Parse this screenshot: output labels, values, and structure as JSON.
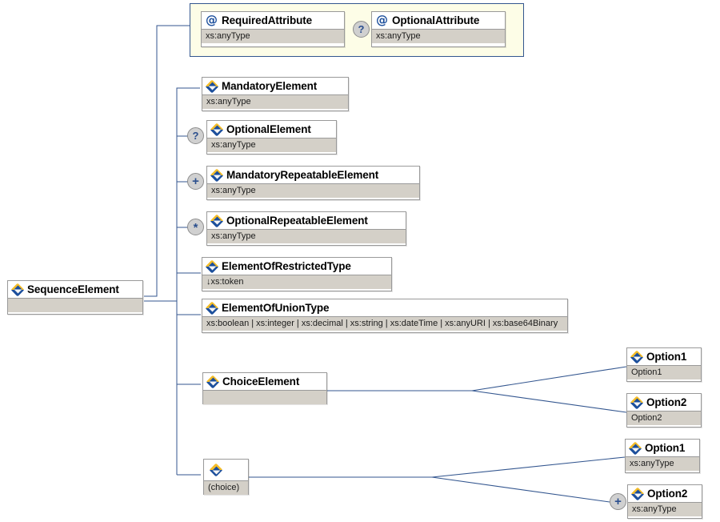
{
  "diagram": {
    "title": "XML Schema element structure diagram",
    "root": {
      "name": "SequenceElement",
      "type": "",
      "icon": "element-icon"
    },
    "attribute_group": {
      "attributes": [
        {
          "name": "RequiredAttribute",
          "type": "xs:anyType",
          "icon": "attribute-icon",
          "marker": ""
        },
        {
          "name": "OptionalAttribute",
          "type": "xs:anyType",
          "icon": "attribute-icon",
          "marker": "?"
        }
      ]
    },
    "children": [
      {
        "name": "MandatoryElement",
        "type": "xs:anyType",
        "icon": "element-icon",
        "marker": ""
      },
      {
        "name": "OptionalElement",
        "type": "xs:anyType",
        "icon": "element-icon",
        "marker": "?"
      },
      {
        "name": "MandatoryRepeatableElement",
        "type": "xs:anyType",
        "icon": "element-icon",
        "marker": "+"
      },
      {
        "name": "OptionalRepeatableElement",
        "type": "xs:anyType",
        "icon": "element-icon",
        "marker": "*"
      },
      {
        "name": "ElementOfRestrictedType",
        "type": "↓xs:token",
        "icon": "element-icon",
        "marker": ""
      },
      {
        "name": "ElementOfUnionType",
        "type": "xs:boolean | xs:integer | xs:decimal | xs:string | xs:dateTime | xs:anyURI | xs:base64Binary",
        "icon": "element-icon",
        "marker": ""
      },
      {
        "name": "ChoiceElement",
        "type": "",
        "icon": "element-icon",
        "marker": ""
      },
      {
        "name": "",
        "type": "(choice)",
        "icon": "element-icon",
        "marker": ""
      }
    ],
    "choice_element_options": [
      {
        "name": "Option1",
        "type": "Option1",
        "icon": "element-icon",
        "marker": ""
      },
      {
        "name": "Option2",
        "type": "Option2",
        "icon": "element-icon",
        "marker": ""
      }
    ],
    "anonymous_choice_options": [
      {
        "name": "Option1",
        "type": "xs:anyType",
        "icon": "element-icon",
        "marker": ""
      },
      {
        "name": "Option2",
        "type": "xs:anyType",
        "icon": "element-icon",
        "marker": "+"
      }
    ],
    "colors": {
      "connector": "#33568f",
      "attribute_panel_bg": "#fdfde7",
      "node_type_bg": "#d4d0c8",
      "node_border": "#9a9a9a",
      "icon_blue": "#1c4f9c",
      "icon_gold": "#f5bd28",
      "marker_bg": "#d0d0d0"
    }
  }
}
